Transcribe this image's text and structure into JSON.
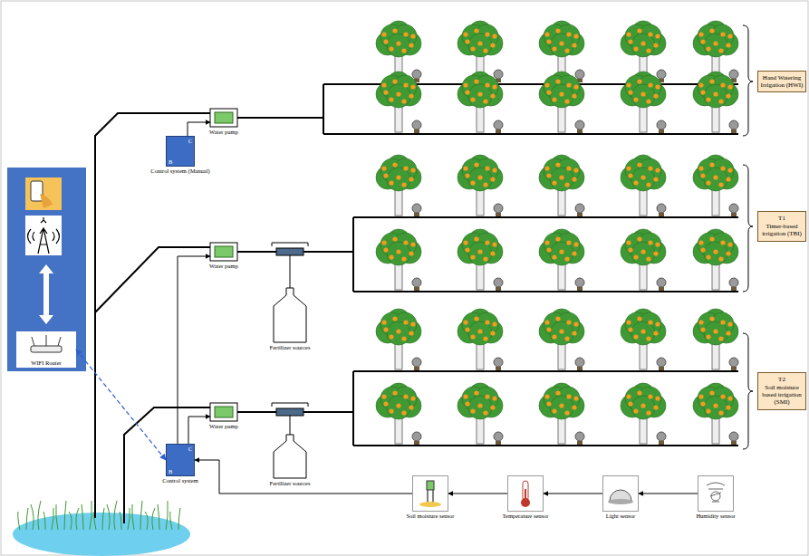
{
  "diagram": {
    "nodes": [
      {
        "text": [
          "C",
          "B",
          "Control system (Manual)"
        ]
      },
      {
        "text": [
          "Water pump"
        ]
      },
      {
        "text": [
          "Hand Watering Irrigation (HWI)"
        ]
      },
      {
        "text": [
          "Water pump"
        ]
      },
      {
        "text": [
          "Fertilizer sources"
        ]
      },
      {
        "text": [
          "T1",
          "Timer-based irrigation (TBI)"
        ]
      },
      {
        "text": [
          "C",
          "B",
          "Control system"
        ]
      },
      {
        "text": [
          "Water pump"
        ]
      },
      {
        "text": [
          "Fertilizer sources"
        ]
      },
      {
        "text": [
          "T2",
          "Soil moisture based irrigation (SMI)"
        ]
      },
      {
        "text": [
          "Soil moisture sensor"
        ]
      },
      {
        "text": [
          "Temperature sensor"
        ]
      },
      {
        "text": [
          "Light sensor"
        ]
      },
      {
        "text": [
          "Humidity sensor"
        ]
      },
      {
        "text": [
          "WIFI Router"
        ]
      }
    ],
    "edges": [
      {
        "from": 0,
        "to": 1,
        "arrow": "to"
      },
      {
        "from": 6,
        "to": 3,
        "arrow": "to"
      },
      {
        "from": 6,
        "to": 7,
        "arrow": "to"
      },
      {
        "from": 13,
        "to": 12,
        "arrow": "to"
      },
      {
        "from": 12,
        "to": 11,
        "arrow": "to"
      },
      {
        "from": 11,
        "to": 10,
        "arrow": "to"
      },
      {
        "from": 10,
        "to": 6,
        "arrow": "to"
      },
      {
        "from": 14,
        "to": 6,
        "arrow": "both"
      }
    ]
  }
}
